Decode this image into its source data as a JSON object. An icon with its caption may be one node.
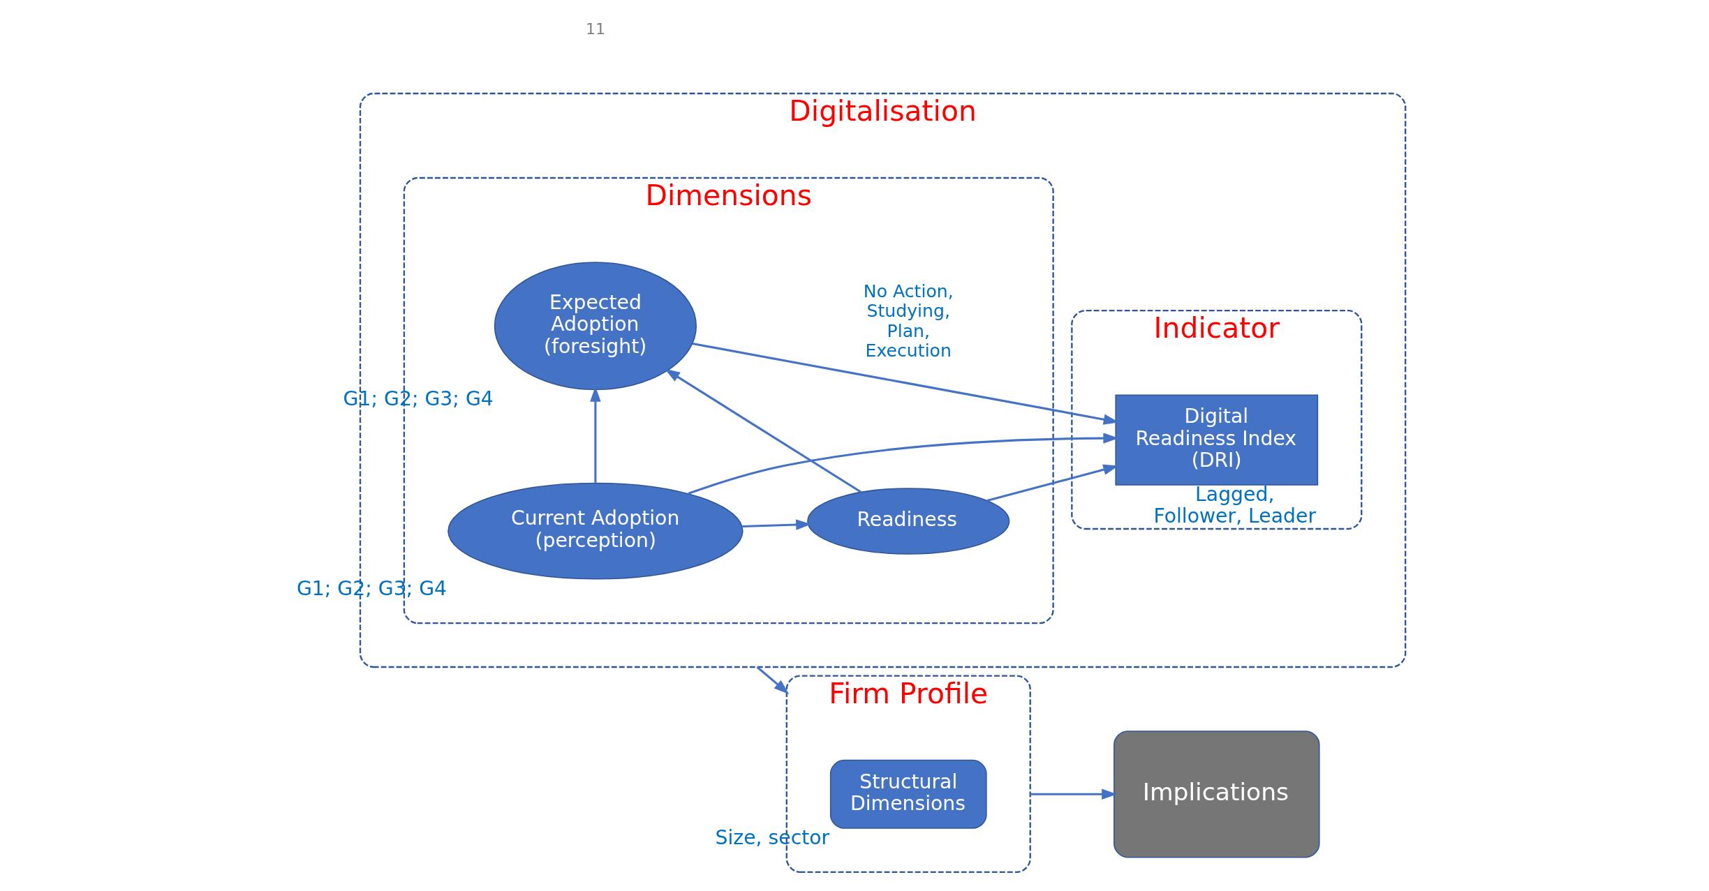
{
  "diagram": {
    "nodes": [
      {
        "text": [
          "Digitalisation"
        ]
      },
      {
        "text": [
          "Dimensions"
        ],
        "in": 0
      },
      {
        "text": [
          "Current Adoption (perception)"
        ],
        "in": 1,
        "beside": [
          "G1; G2; G3; G4"
        ]
      },
      {
        "text": [
          "Readiness"
        ],
        "in": 1
      },
      {
        "text": [
          "Expected Adoption (foresight)"
        ],
        "in": 1,
        "beside": [
          "G1; G2; G3; G4"
        ]
      },
      {
        "text": [
          "Indicator"
        ],
        "in": 0
      },
      {
        "text": [
          "Digital Readiness Index (DRI)"
        ],
        "in": 5,
        "beside": [
          "Lagged, Follower, Leader"
        ]
      },
      {
        "text": [
          "Firm Profile"
        ]
      },
      {
        "text": [
          "Structural Dimensions"
        ],
        "in": 7,
        "beside": [
          "Size, sector"
        ]
      },
      {
        "text": [
          "Implications"
        ]
      }
    ],
    "edges": [
      {
        "from": 2,
        "to": 3,
        "arrow": "to"
      },
      {
        "from": 2,
        "to": 4,
        "arrow": "to"
      },
      {
        "from": 3,
        "to": 4,
        "arrow": "to"
      },
      {
        "from": 2,
        "to": 6,
        "arrow": "to"
      },
      {
        "from": 3,
        "to": 6,
        "arrow": "to"
      },
      {
        "from": 4,
        "to": 6,
        "arrow": "to",
        "label": "No Action, Studying, Plan, Execution"
      },
      {
        "from": 0,
        "to": 7,
        "arrow": "to"
      },
      {
        "from": 7,
        "to": 9,
        "arrow": "to"
      }
    ],
    "labels": [
      "11"
    ]
  }
}
